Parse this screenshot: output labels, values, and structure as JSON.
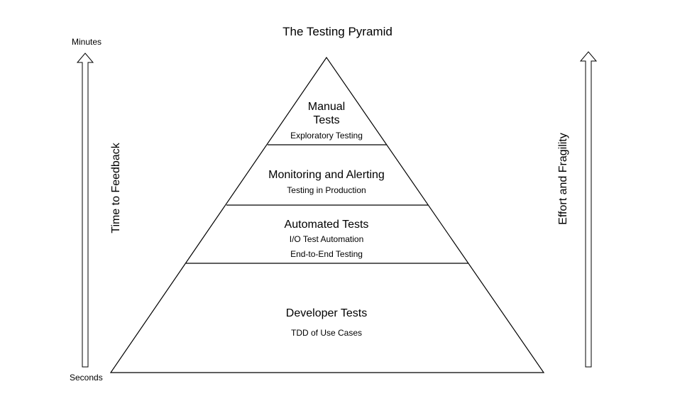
{
  "diagram": {
    "title": "The Testing Pyramid",
    "left_axis": {
      "label": "Time to Feedback",
      "top_label": "Minutes",
      "bottom_label": "Seconds"
    },
    "right_axis": {
      "label": "Effort and Fragility"
    },
    "tiers": [
      {
        "title_line1": "Manual",
        "title_line2": "Tests",
        "subtitle": "Exploratory Testing"
      },
      {
        "title": "Monitoring and Alerting",
        "subtitle": "Testing in Production"
      },
      {
        "title": "Automated Tests",
        "subtitle1": "I/O Test Automation",
        "subtitle2": "End-to-End Testing"
      },
      {
        "title": "Developer Tests",
        "subtitle": "TDD of Use Cases"
      }
    ]
  }
}
